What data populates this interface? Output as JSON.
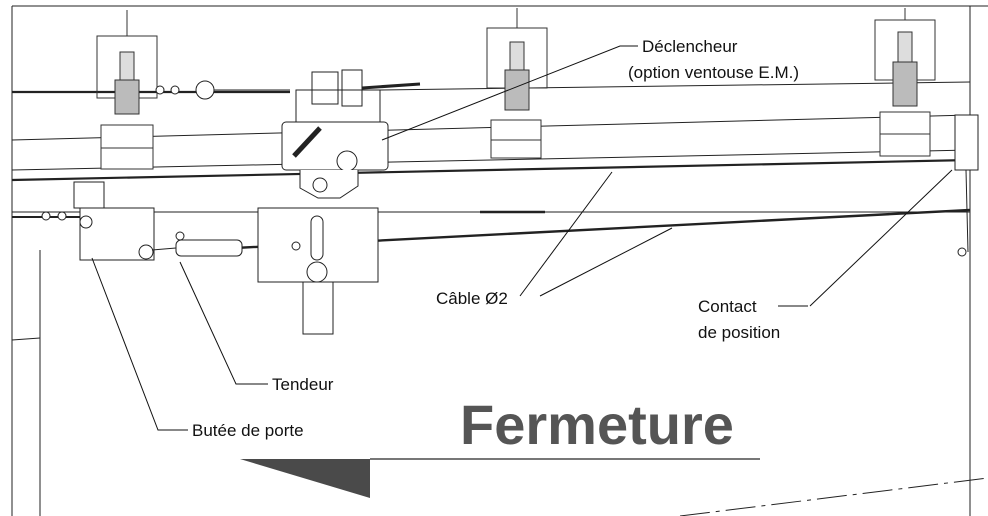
{
  "labels": {
    "declencheur": "Déclencheur",
    "declencheur_option": "(option ventouse E.M.)",
    "cable": "Câble Ø2",
    "contact_line1": "Contact",
    "contact_line2": "de position",
    "tendeur": "Tendeur",
    "butee": "Butée de porte"
  },
  "title": "Fermeture",
  "colors": {
    "line": "#1a1a1a",
    "title": "#555555",
    "arrow": "#4a4a4a"
  }
}
